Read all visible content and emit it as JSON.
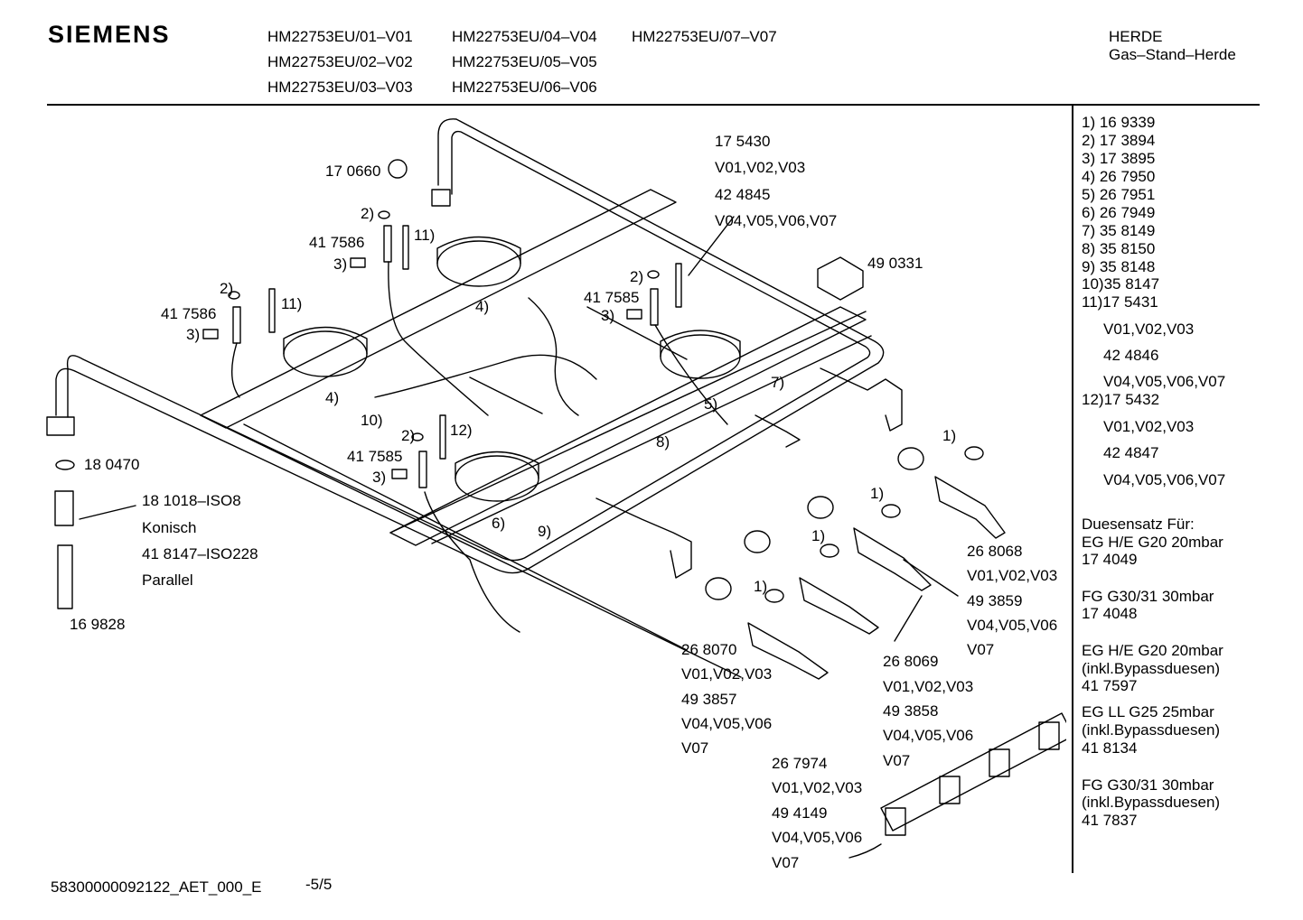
{
  "header": {
    "brand": "SIEMENS",
    "models": [
      "HM22753EU/01–V01",
      "HM22753EU/02–V02",
      "HM22753EU/03–V03",
      "HM22753EU/04–V04",
      "HM22753EU/05–V05",
      "HM22753EU/06–V06",
      "HM22753EU/07–V07"
    ],
    "category": "HERDE",
    "subcategory": "Gas–Stand–Herde"
  },
  "parts_list": [
    "1) 16 9339",
    "2) 17 3894",
    "3) 17 3895",
    "4) 26 7950",
    "5) 26 7951",
    "6) 26 7949",
    "7) 35 8149",
    "8) 35 8150",
    "9) 35 8148",
    "10)35 8147",
    "11)17 5431",
    "V01,V02,V03",
    "42 4846",
    "V04,V05,V06,V07",
    "12)17 5432",
    "V01,V02,V03",
    "42 4847",
    "V04,V05,V06,V07"
  ],
  "nozzle_sets": {
    "title": "Duesensatz Für:",
    "entries": [
      [
        "EG H/E G20 20mbar",
        "17 4049"
      ],
      [
        "FG G30/31 30mbar",
        "17 4048"
      ],
      [
        "EG H/E G20 20mbar",
        "(inkl.Bypassduesen)",
        "41 7597"
      ],
      [
        "EG LL G25 25mbar",
        "(inkl.Bypassduesen)",
        "41 8134"
      ],
      [
        "FG G30/31 30mbar",
        "(inkl.Bypassduesen)",
        "41 7837"
      ]
    ]
  },
  "callouts": {
    "c175430": [
      "17 5430",
      "V01,V02,V03",
      "42 4845",
      "V04,V05,V06,V07"
    ],
    "c170660": "17 0660",
    "c490331": "49 0331",
    "c417586a": "41 7586",
    "c417586b": "41 7586",
    "c417585a": "41 7585",
    "c417585b": "41 7585",
    "c180470": "18 0470",
    "c181018": [
      "18 1018–ISO8",
      "Konisch"
    ],
    "c418147": [
      "41 8147–ISO228",
      "Parallel"
    ],
    "c169828": "16 9828",
    "c268068": [
      "26 8068",
      "V01,V02,V03",
      "49 3859",
      "V04,V05,V06",
      "V07"
    ],
    "c268070": [
      "26 8070",
      "V01,V02,V03",
      "49 3857",
      "V04,V05,V06",
      "V07"
    ],
    "c268069": [
      "26 8069",
      "V01,V02,V03",
      "49 3858",
      "V04,V05,V06",
      "V07"
    ],
    "c267974": [
      "26 7974",
      "V01,V02,V03",
      "49 4149",
      "V04,V05,V06",
      "V07"
    ],
    "markers": {
      "m2a": "2)",
      "m11a": "11)",
      "m3a": "3)",
      "m2b": "2)",
      "m11b": "11)",
      "m3b": "3)",
      "m4a": "4)",
      "m4b": "4)",
      "m10": "10)",
      "m2c": "2)",
      "m3c": "3)",
      "m5": "5)",
      "m7": "7)",
      "m8": "8)",
      "m2d": "2)",
      "m12": "12)",
      "m3d": "3)",
      "m6": "6)",
      "m9": "9)",
      "m1a": "1)",
      "m1b": "1)",
      "m1c": "1)",
      "m1d": "1)"
    }
  },
  "footer": {
    "doc_id": "58300000092122_AET_000_E",
    "page": "-5/5"
  }
}
